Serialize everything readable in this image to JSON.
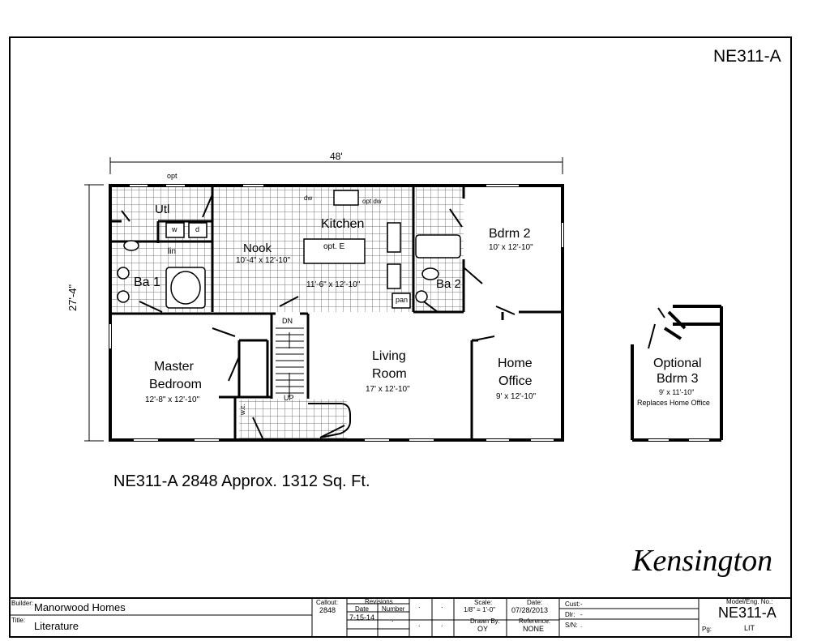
{
  "header": {
    "model_code": "NE311-A"
  },
  "plan": {
    "overall_width": "48'",
    "overall_depth": "27'-4\"",
    "summary": "NE311-A 2848  Approx. 1312 Sq. Ft.",
    "name": "Kensington"
  },
  "rooms": {
    "utility": "Utl",
    "washer": "w",
    "dryer": "d",
    "linen": "lin",
    "bath1": "Ba 1",
    "nook": {
      "name": "Nook",
      "size": "10'-4\" x 12'-10\""
    },
    "kitchen": {
      "name": "Kitchen",
      "size": "11'-6\" x 12'-10\"",
      "island": "opt. E",
      "dishwasher": "dw",
      "opt_dishwasher": "opt dw",
      "pantry": "pan"
    },
    "bedroom2": {
      "name": "Bdrm 2",
      "size": "10' x 12'-10\""
    },
    "bath2": "Ba 2",
    "master": {
      "name_line1": "Master",
      "name_line2": "Bedroom",
      "size": "12'-8\" x 12'-10\""
    },
    "living": {
      "name_line1": "Living",
      "name_line2": "Room",
      "size": "17' x 12'-10\""
    },
    "office": {
      "name_line1": "Home",
      "name_line2": "Office",
      "size": "9' x 12'-10\""
    },
    "optional": {
      "name_line1": "Optional",
      "name_line2": "Bdrm 3",
      "size": "9' x 11'-10\"",
      "note": "Replaces Home Office"
    },
    "stairs_down": "DN",
    "stairs_up": "UP",
    "opt_window": "opt",
    "water_closet": "w.c."
  },
  "title_block": {
    "builder_label": "Builder:",
    "builder": "Manorwood Homes",
    "title_label": "Title:",
    "title": "Literature",
    "callout_label": "Callout:",
    "callout": "2848",
    "revisions_label": "Revisions",
    "date_label": "Date",
    "number_label": "Number",
    "revision_date": "7-15-14",
    "dot": ".",
    "scale_label": "Scale:",
    "scale": "1/8\" = 1'-0\"",
    "date2_label": "Date:",
    "date2": "07/28/2013",
    "drawn_label": "Drawn By:",
    "drawn": "OY",
    "ref_label": "Reference:",
    "ref": "NONE",
    "cust_label": "Cust:",
    "cust": "-",
    "dlr_label": "Dlr:",
    "dlr": "-",
    "sn_label": "S/N:",
    "sn": ".",
    "model_label": "Model/Eng. No.:",
    "model": "NE311-A",
    "pg_label": "Pg:",
    "pg": "LIT"
  }
}
